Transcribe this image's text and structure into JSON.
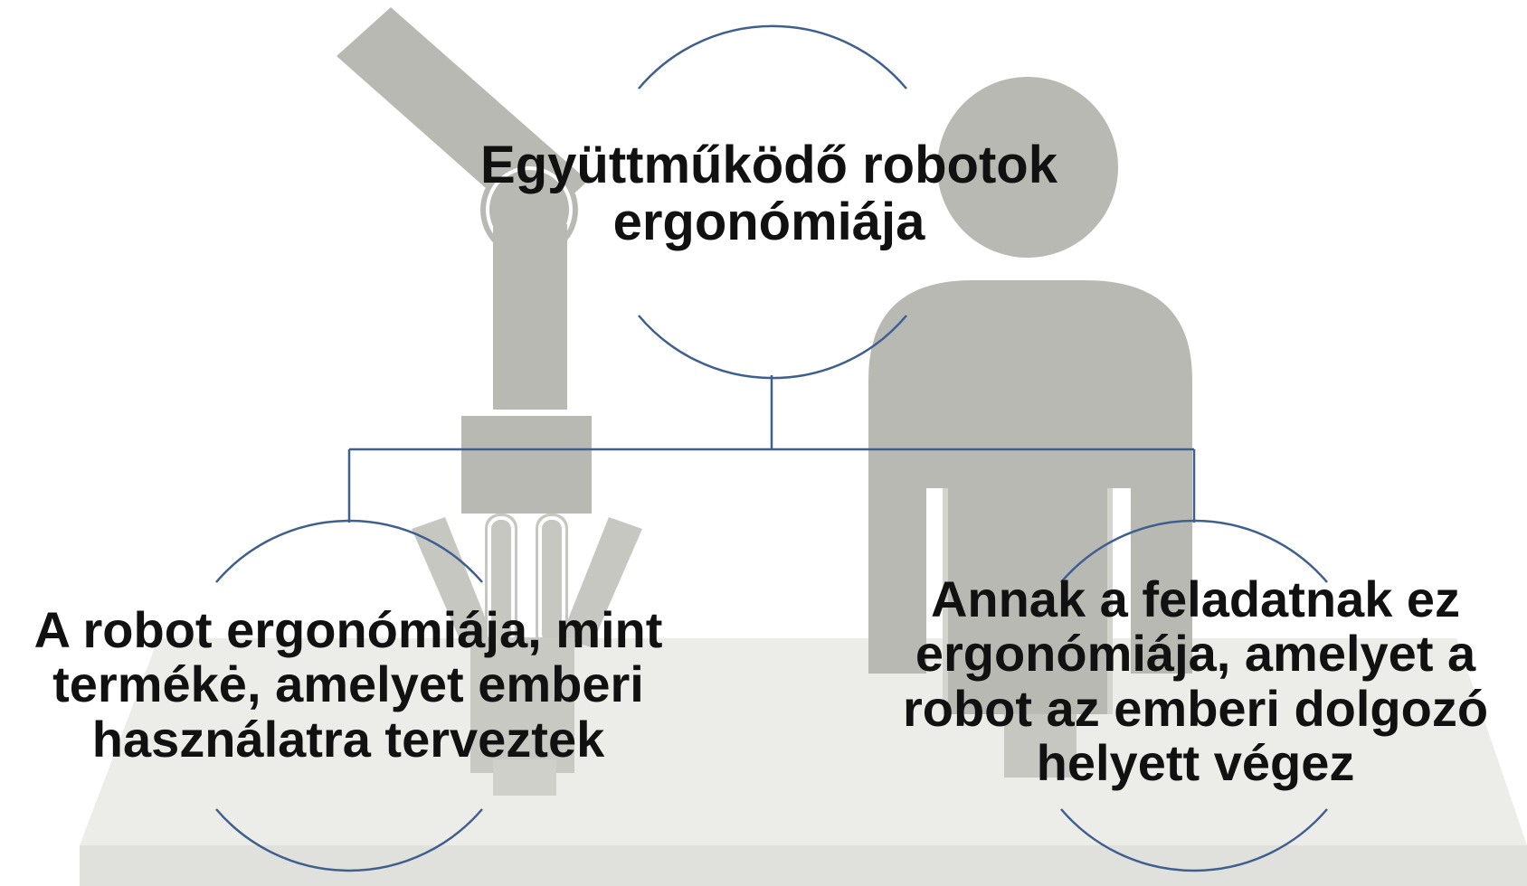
{
  "colors": {
    "background": "#ffffff",
    "illustration_fill": "#b9b9b4",
    "illustration_light": "#cfcfca",
    "table_fill": "#e6e6e2",
    "connector_stroke": "#3f5f8f",
    "text": "#111111"
  },
  "illustration": {
    "robot_arm_icon": "robot-arm-icon",
    "person_icon": "person-icon",
    "table_icon": "table-icon"
  },
  "nodes": {
    "top": {
      "text": "Együttműködő robotok\nergonómiája"
    },
    "left": {
      "text": "A robot ergonómiája, mint\ntermékė, amelyet emberi\nhasználatra terveztek"
    },
    "right": {
      "text": "Annak a feladatnak ez\nergonómiája, amelyet a\nrobot az emberi dolgozó\nhelyett végez"
    }
  }
}
